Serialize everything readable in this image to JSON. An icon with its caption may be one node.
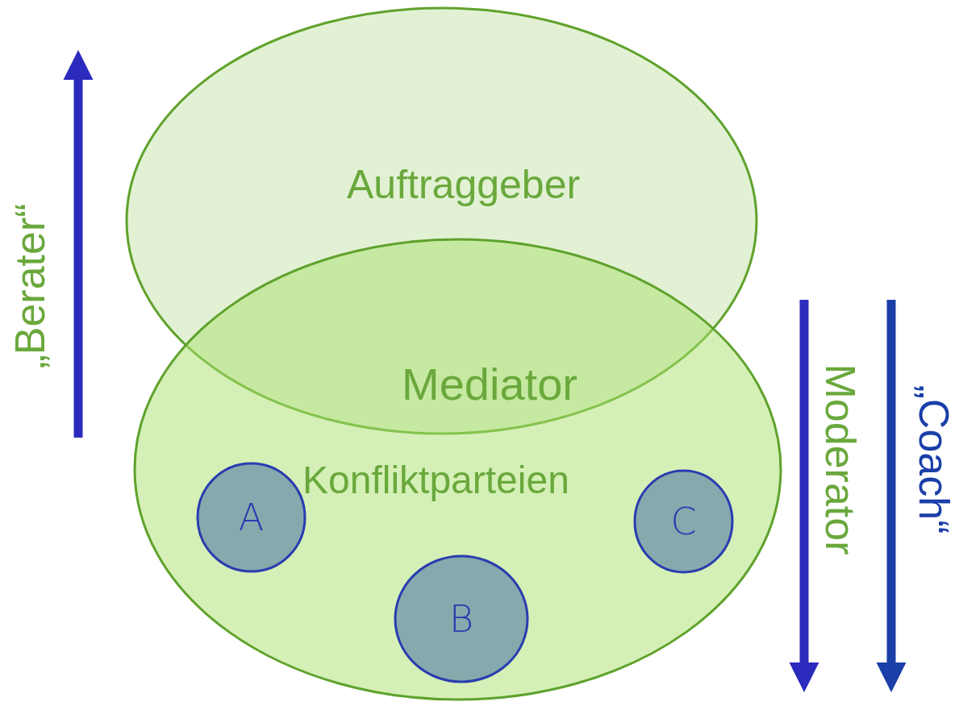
{
  "diagram": {
    "nodes": [
      {
        "text": [
          "Auftraggeber"
        ]
      },
      {
        "text": [
          "Konfliktparteien"
        ]
      },
      {
        "text": [
          "A"
        ],
        "in": 1
      },
      {
        "text": [
          "B"
        ],
        "in": 1
      },
      {
        "text": [
          "C"
        ],
        "in": 1
      }
    ],
    "edges": [],
    "labels": [
      "„Berater“",
      "Mediator",
      "Moderator",
      "„Coach“"
    ]
  }
}
